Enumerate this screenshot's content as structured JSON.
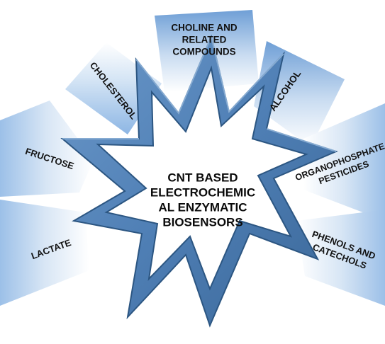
{
  "center": {
    "lines": [
      "CNT BASED",
      "ELECTROCHEMIC",
      "AL ENZYMATIC",
      "BIOSENSORS"
    ]
  },
  "categories": [
    {
      "id": "choline",
      "lines": [
        "CHOLINE AND",
        "RELATED",
        "COMPOUNDS"
      ]
    },
    {
      "id": "alcohol",
      "lines": [
        "ALCOHOL"
      ]
    },
    {
      "id": "organophosphate",
      "lines": [
        "ORGANOPHOSPHATE",
        "PESTICIDES"
      ]
    },
    {
      "id": "phenols",
      "lines": [
        "PHENOLS AND",
        "CATECHOLS"
      ]
    },
    {
      "id": "lactate",
      "lines": [
        "LACTATE"
      ]
    },
    {
      "id": "fructose",
      "lines": [
        "FRUCTOSE"
      ]
    },
    {
      "id": "cholesterol",
      "lines": [
        "CHOLESTEROL"
      ]
    }
  ],
  "colors": {
    "star_fill": "#4f7fb5",
    "star_top": "#7fa8d6",
    "star_edge": "#2c5682",
    "panel_top": "#6f9fd6",
    "panel_bottom": "#ffffff"
  }
}
